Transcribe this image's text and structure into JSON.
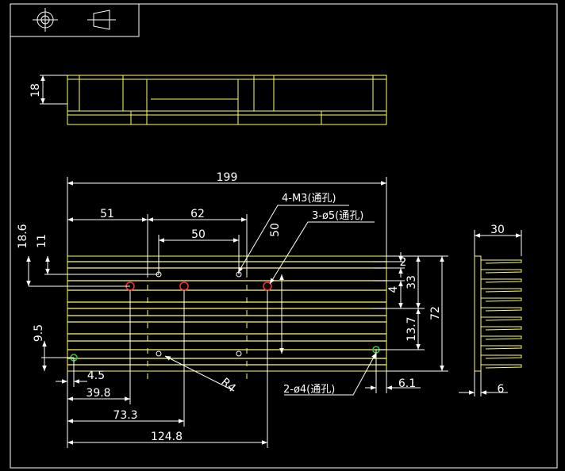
{
  "colors": {
    "background": "#000000",
    "frame": "#ffffff",
    "part_outline": "#ffff66",
    "dimension": "#ffffff",
    "tapped_hole": "#ffffff",
    "hole_5": "#ff3030",
    "hole_4": "#33cc33"
  },
  "title_block": {
    "projection_icon": "third-angle-projection-symbol",
    "projection_icons": [
      "circle-crosshair-icon",
      "truncated-cone-icon"
    ]
  },
  "side_view": {
    "height_dim": "18"
  },
  "top_view": {
    "overall_length": "199",
    "dim_51": "51",
    "dim_62": "62",
    "dim_50_h": "50",
    "dim_50_v": "50",
    "dim_18_6": "18.6",
    "dim_11": "11",
    "dim_9_5": "9.5",
    "dim_4_5": "4.5",
    "dim_39_8": "39.8",
    "dim_73_3": "73.3",
    "dim_124_8": "124.8",
    "dim_2": "2",
    "dim_4": "4",
    "dim_33": "33",
    "dim_72": "72",
    "dim_13_7": "13.7",
    "dim_6_1": "6.1",
    "radius": "R4",
    "callout_m3": "4-M3(通孔)",
    "callout_hole5": "3-ø5(通孔)",
    "callout_hole4": "2-ø4(通孔)"
  },
  "end_view": {
    "width_dim": "30",
    "fin_dim": "6"
  }
}
